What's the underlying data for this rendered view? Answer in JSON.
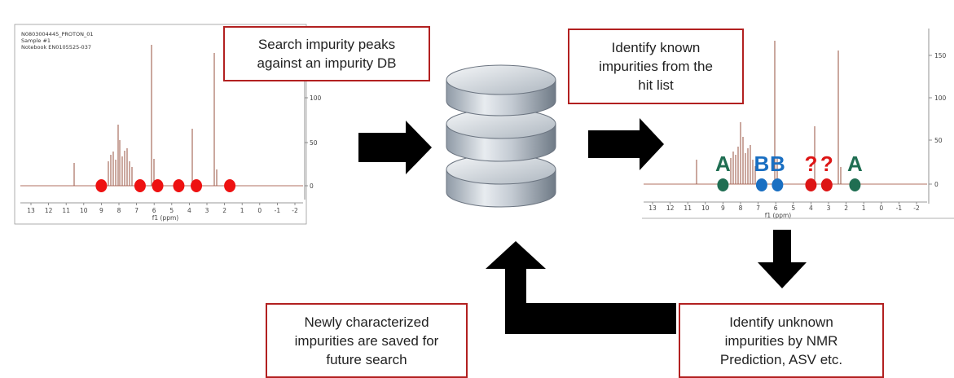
{
  "boxes": {
    "search": {
      "lines": [
        "Search impurity peaks",
        "against an impurity DB"
      ]
    },
    "identify_known": {
      "lines": [
        "Identify known",
        "impurities from the",
        "hit list"
      ]
    },
    "newly": {
      "lines": [
        "Newly characterized",
        "impurities are saved for",
        "future search"
      ]
    },
    "identify_unknown": {
      "lines": [
        "Identify unknown",
        "impurities by NMR",
        "Prediction, ASV etc."
      ]
    }
  },
  "spectrum_left": {
    "header": [
      "N0803004445_PROTON_01",
      "Sample #1",
      "Notebook EN0105525-037"
    ],
    "x_ticks": [
      "13",
      "12",
      "11",
      "10",
      "9",
      "8",
      "7",
      "6",
      "5",
      "4",
      "3",
      "2",
      "1",
      "0",
      "-1",
      "-2"
    ],
    "x_axis_label": "f1 (ppm)",
    "y_ticks": [
      "100",
      "50",
      "0"
    ]
  },
  "spectrum_right": {
    "x_ticks": [
      "13",
      "12",
      "11",
      "10",
      "9",
      "8",
      "7",
      "6",
      "5",
      "4",
      "3",
      "2",
      "1",
      "0",
      "-1",
      "-2"
    ],
    "x_axis_label": "f1 (ppm)",
    "y_ticks": [
      "150",
      "100",
      "50",
      "0"
    ],
    "markers": [
      {
        "label": "A",
        "ppm": 9.0,
        "color": "#1f6e52"
      },
      {
        "label": "B",
        "ppm": 6.8,
        "color": "#1a6fc2"
      },
      {
        "label": "B",
        "ppm": 5.9,
        "color": "#1a6fc2"
      },
      {
        "label": "?",
        "ppm": 4.0,
        "color": "#dd1515"
      },
      {
        "label": "?",
        "ppm": 3.1,
        "color": "#dd1515"
      },
      {
        "label": "A",
        "ppm": 1.5,
        "color": "#1f6e52"
      }
    ]
  },
  "left_dots_ppm": [
    9.0,
    6.8,
    5.8,
    4.6,
    3.6,
    1.7
  ],
  "colors": {
    "box_border": "#b22020",
    "arrow": "#000000",
    "peak": "#a06050",
    "red_dot": "#ee1111"
  }
}
